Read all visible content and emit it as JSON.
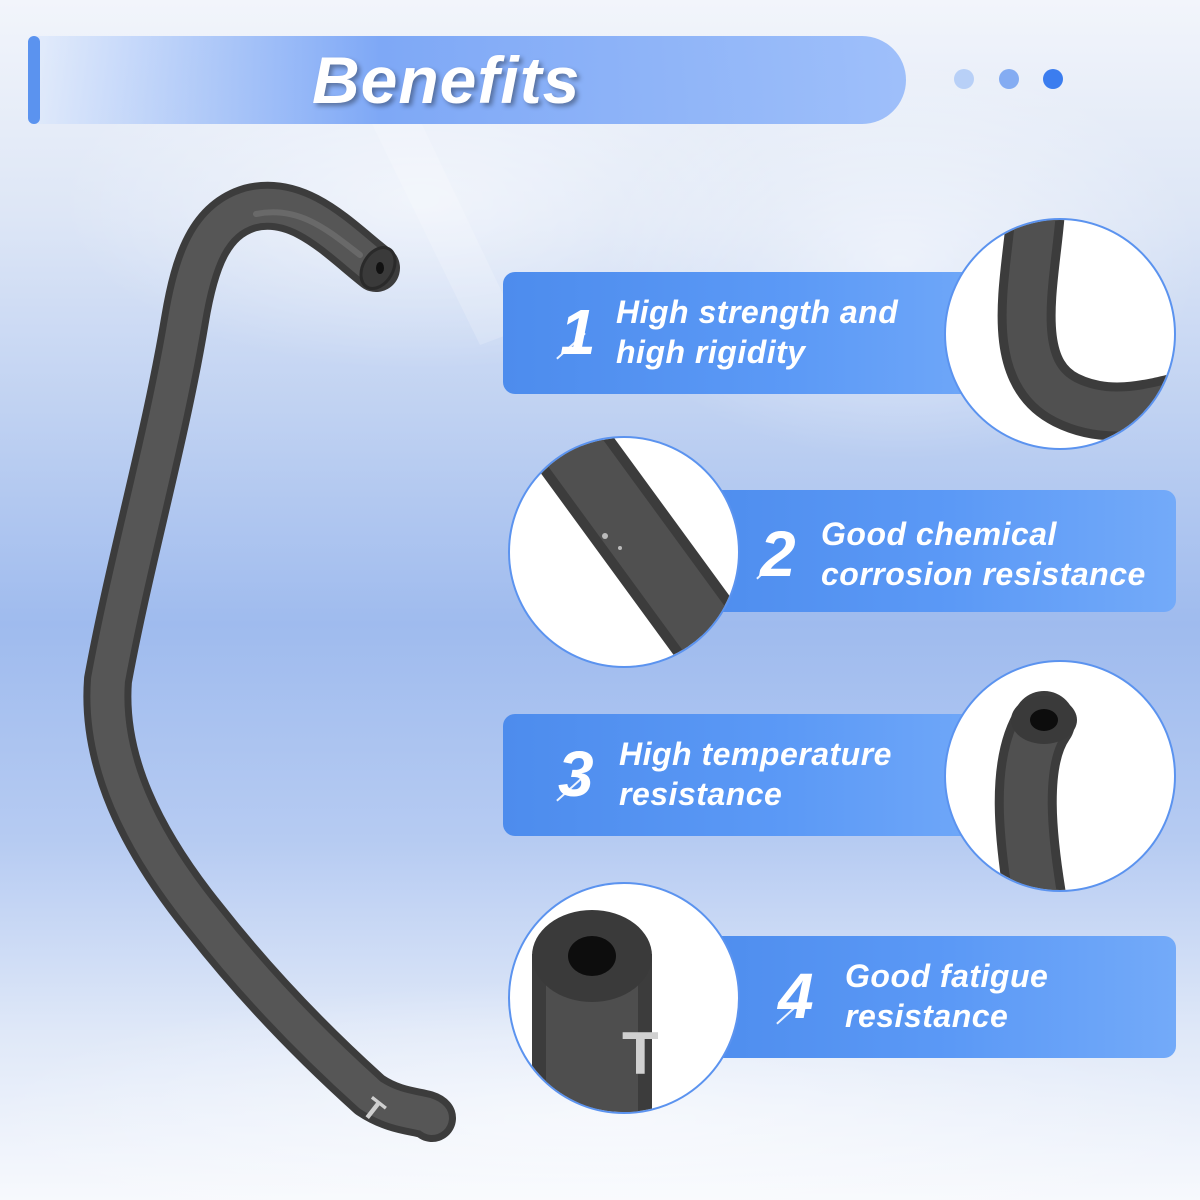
{
  "header": {
    "title": "Benefits"
  },
  "colors": {
    "accent": "#5b93ef",
    "card_blue": "#5b99f6",
    "dot_active": "#3b7def",
    "hose": "#484848"
  },
  "benefits": [
    {
      "number": "1",
      "line1": "High strength and",
      "line2": "high rigidity"
    },
    {
      "number": "2",
      "line1": "Good chemical",
      "line2": "corrosion resistance"
    },
    {
      "number": "3",
      "line1": "High temperature",
      "line2": "resistance"
    },
    {
      "number": "4",
      "line1": "Good fatigue",
      "line2": "resistance"
    }
  ],
  "icons": [
    "hose-bend-detail",
    "hose-surface-detail",
    "hose-end-detail",
    "hose-opening-detail"
  ]
}
